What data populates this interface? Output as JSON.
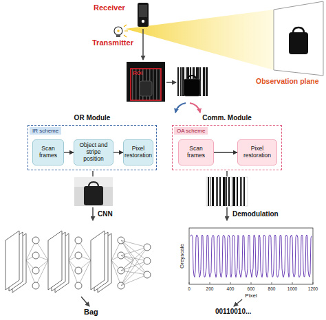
{
  "diagram": {
    "nodes": [
      {
        "text": [
          "OR Module",
          "IR scheme"
        ]
      },
      {
        "text": [
          "Scan frames"
        ],
        "in": 0
      },
      {
        "text": [
          "Object and stripe position"
        ],
        "in": 0
      },
      {
        "text": [
          "Pixel restoration"
        ],
        "in": 0
      },
      {
        "text": [
          "Comm. Module",
          "OA scheme"
        ]
      },
      {
        "text": [
          "Scan frames"
        ],
        "in": 4
      },
      {
        "text": [
          "Pixel restoration"
        ],
        "in": 4
      }
    ],
    "edges": [
      {
        "from": 1,
        "to": 2,
        "arrow": "to"
      },
      {
        "from": 2,
        "to": 3,
        "arrow": "to"
      },
      {
        "from": 5,
        "to": 6,
        "arrow": "to"
      }
    ],
    "labels": [
      "Receiver",
      "Transmitter",
      "Observation plane",
      "ROI",
      "CNN",
      "Demodulation",
      "Greyscale",
      "Pixel",
      "0",
      "200",
      "400",
      "600",
      "800",
      "1000",
      "1200",
      "Bag",
      "00110010..."
    ]
  }
}
